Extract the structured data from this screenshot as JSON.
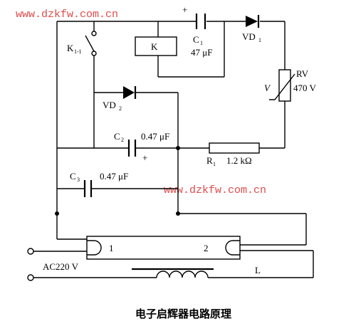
{
  "watermarks": [
    "www.dzkfw.com.cn",
    "www.dzkfw.com.cn"
  ],
  "caption": "电子启辉器电路原理",
  "components": {
    "k_relay": "K",
    "c1": {
      "name": "C",
      "sub": "1",
      "value": "47 μF",
      "polarity": "+"
    },
    "vd1": {
      "name": "VD",
      "sub": "1"
    },
    "k11": {
      "name": "K",
      "sub": "1-1"
    },
    "rv": {
      "name": "RV",
      "value": "470 V",
      "v": "V"
    },
    "vd2": {
      "name": "VD",
      "sub": "2"
    },
    "c2": {
      "name": "C",
      "sub": "2",
      "value": "0.47 μF",
      "polarity": "+"
    },
    "r1": {
      "name": "R",
      "sub": "1",
      "value": "1.2 kΩ"
    },
    "c3": {
      "name": "C",
      "sub": "3",
      "value": "0.47 μF"
    },
    "tube": {
      "pin1": "1",
      "pin2": "2"
    },
    "supply": "AC220 V",
    "inductor": "L"
  },
  "colors": {
    "wire": "#000000",
    "watermark": "#e04a4a"
  }
}
